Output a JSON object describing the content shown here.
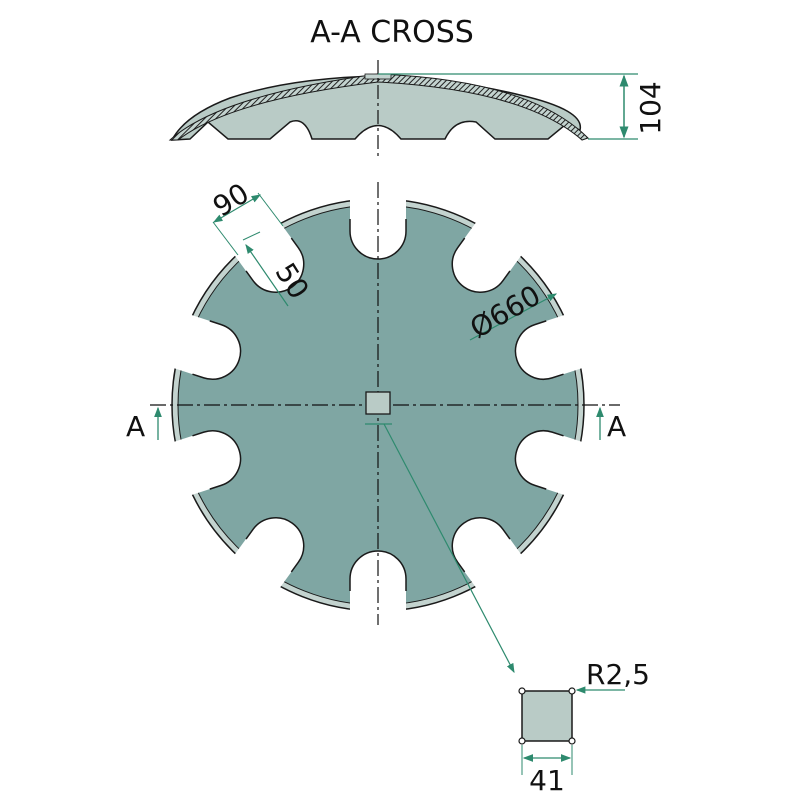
{
  "title": "A-A CROSS",
  "dimensions": {
    "height": "104",
    "notch_width": "90",
    "notch_depth": "50",
    "diameter": "Ø660",
    "section_left": "A",
    "section_right": "A",
    "corner_radius": "R2,5",
    "square_hole": "41"
  },
  "colors": {
    "disc_fill": "#7fa6a3",
    "rim": "#c3d3cf",
    "section_fill": "#b9cbc6",
    "dimension": "#2e8a6e",
    "outline": "#1a1a1a"
  },
  "notch_count": 10
}
